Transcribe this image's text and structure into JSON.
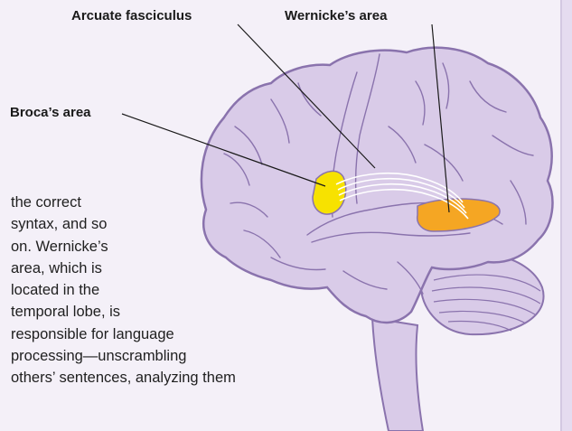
{
  "labels": {
    "arcuate": "Arcuate fasciculus",
    "wernicke": "Wernicke’s area",
    "broca": "Broca’s area"
  },
  "body_text_lines": [
    "the correct",
    "syntax, and so",
    "on. Wernicke’s",
    "area, which is",
    "located in the",
    "temporal lobe, is",
    "responsible for language",
    "processing—unscrambling",
    "others’ sentences, analyzing them"
  ],
  "colors": {
    "page_background": "#f4f0f8",
    "brain_fill": "#d9cbe8",
    "brain_outline": "#8a73ad",
    "broca_area": "#f7e200",
    "wernicke_area": "#f5a623",
    "arcuate_fibers": "#ffffff"
  }
}
